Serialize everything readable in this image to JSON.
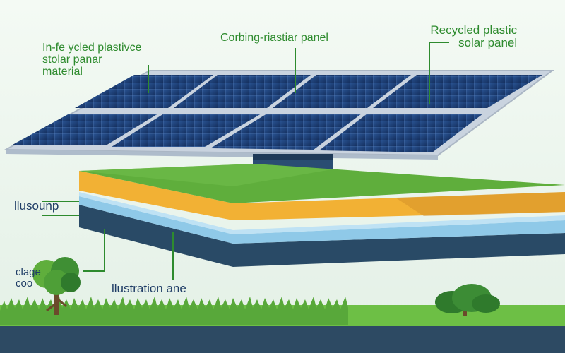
{
  "labels": {
    "left_top": [
      "In-fe ycled plastivce",
      "stolar panar",
      "material"
    ],
    "center_top": "Corbing-riastiar panel",
    "right_top": [
      "Recycled plastic",
      "solar panel"
    ],
    "mid_left": "llusounp",
    "bottom_left": [
      "clage",
      "coo"
    ],
    "bottom_center": "llustration ane"
  },
  "colors": {
    "sky": "#eef6ee",
    "panel_blue": "#1c3d73",
    "frame": "#c9d3df",
    "green_layer": "#5fae3c",
    "orange_layer": "#f2b134",
    "light_blue_layer": "#8fc9e8",
    "dark_layer": "#294a66",
    "grass": "#6dbf45",
    "ground": "#2d4a63",
    "label_green": "#2e8b2e"
  },
  "icons": [
    "tree-icon",
    "bush-icon",
    "solar-panel-icon"
  ]
}
